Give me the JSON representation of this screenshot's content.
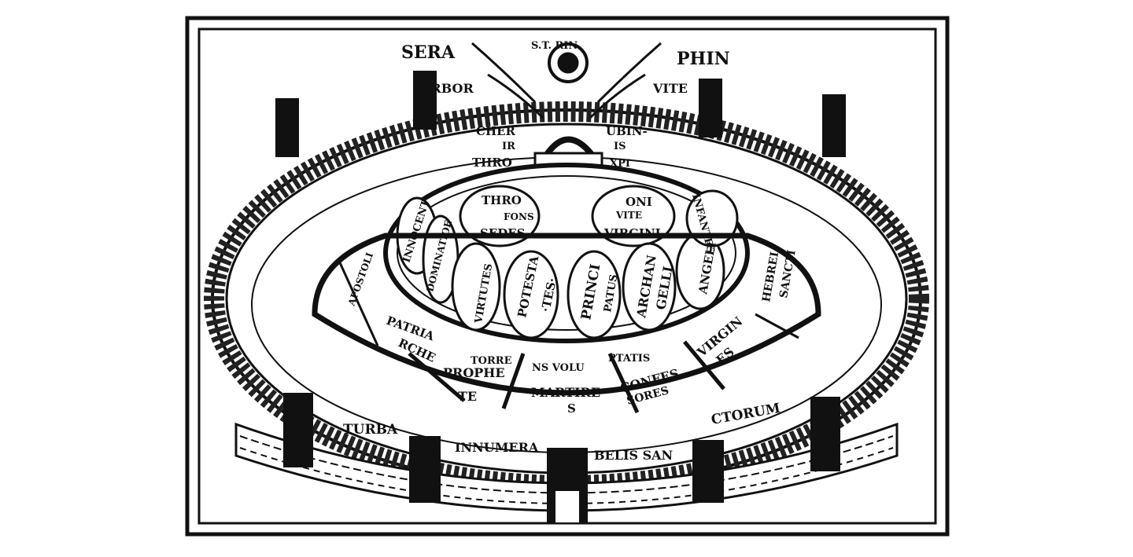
{
  "figure": {
    "type": "woodcut-diagram",
    "subject": "Heavenly Jerusalem",
    "colors": {
      "ink": "#111111",
      "paper": "#ffffff"
    }
  },
  "top": {
    "seraphin_left": "SERA",
    "seraphin_right": "PHIN",
    "trinity": "S.T. RIN",
    "arbor": "ARBOR",
    "vite": "VITE"
  },
  "throne": {
    "cherubin_left": "CHER",
    "cherubin_right": "UBIN-",
    "iris_left": "IR",
    "iris_right": "IS",
    "throno": "THRO",
    "xpi": "XPI"
  },
  "inner_ring": {
    "thro": "THRO",
    "fons": "FONS",
    "sedes": "SEDES",
    "oni": "ONI",
    "vite": "VITE",
    "virgini": "VIRGINI",
    "innocent": "INNOCENT",
    "infantes": "INFANTES",
    "dominatioe": "DOMINATIOE",
    "virtutes": "VIRTUTES",
    "potesta": "POTESTA",
    "tes": "·TES·",
    "princi": "PRINCI",
    "patus": "PATUS",
    "archan": "ARCHAN",
    "gelli": "GELLI",
    "angeli": "ANGELI"
  },
  "outer_ring": {
    "apostoli": "APOSTOLI",
    "hebrei": "HEBREI",
    "sancti": "SANCTI",
    "patria": "PATRIA",
    "rche": "RCHE",
    "torre": "TORRE",
    "ns_volu": "NS VOLU",
    "ptatis": "PTATIS",
    "prophe": "PROPHE",
    "te": "TE",
    "martire": "MARTIRE",
    "s": "S",
    "confes": "CONFES",
    "sores": "SORES",
    "virgin": "VIRGIN",
    "es": "ES"
  },
  "wall": {
    "turba": "TURBA",
    "innumera": "INNUMERA",
    "belis_san": "BELIS SAN",
    "ctorum": "CTORUM"
  }
}
